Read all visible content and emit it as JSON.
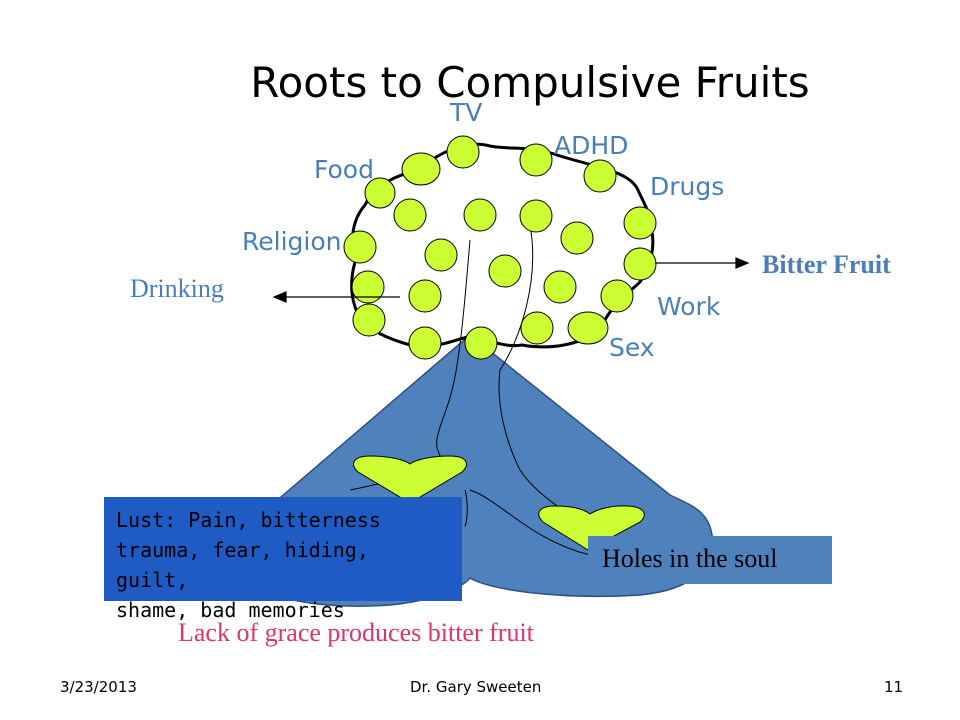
{
  "title": "Roots to Compulsive Fruits",
  "fruit_labels": {
    "tv": "TV",
    "adhd": "ADHD",
    "food": "Food",
    "drugs": "Drugs",
    "religion": "Religion",
    "work": "Work",
    "sex": "Sex"
  },
  "arrow_labels": {
    "drinking": "Drinking",
    "bitter_fruit": "Bitter Fruit"
  },
  "lust_box": "Lust: Pain, bitterness\ntrauma, fear, hiding, guilt,\nshame, bad memories",
  "holes_label": "Holes in the soul",
  "caption": "Lack of grace produces bitter fruit",
  "footer": {
    "date": "3/23/2013",
    "author": "Dr. Gary Sweeten",
    "page": "11"
  },
  "colors": {
    "fruit": "#ccff33",
    "mountain": "#4f81bd",
    "label": "#4a7ebb",
    "caption": "#e0336b",
    "lust_box": "#1f5bc4"
  }
}
